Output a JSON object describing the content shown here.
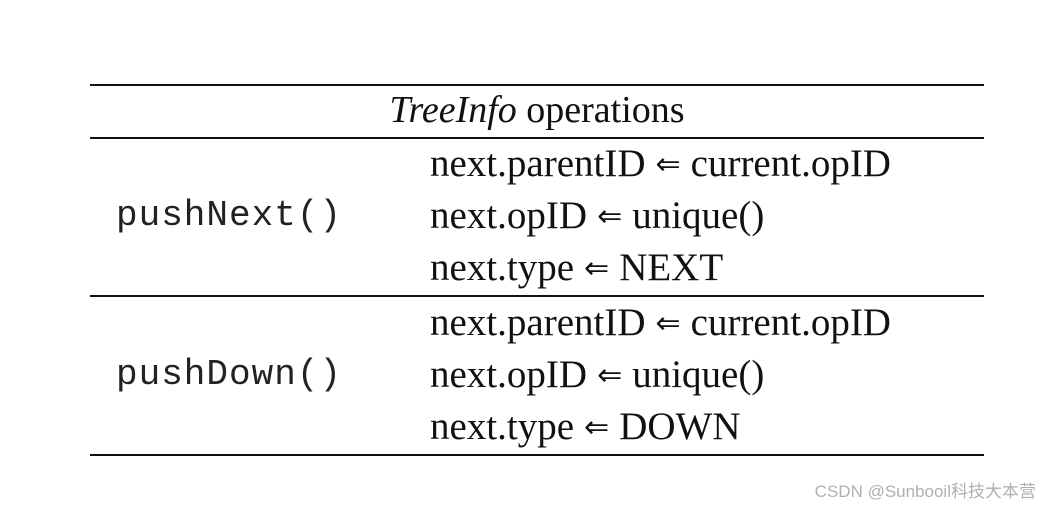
{
  "table": {
    "title_italic": "TreeInfo",
    "title_rest": " operations",
    "arrow": "⇐",
    "rows": [
      {
        "function": "pushNext()",
        "lines": [
          {
            "lhs": "next.parentID",
            "rhs": "current.opID"
          },
          {
            "lhs": "next.opID",
            "rhs": "unique()"
          },
          {
            "lhs": "next.type",
            "rhs": "NEXT"
          }
        ]
      },
      {
        "function": "pushDown()",
        "lines": [
          {
            "lhs": "next.parentID",
            "rhs": "current.opID"
          },
          {
            "lhs": "next.opID",
            "rhs": "unique()"
          },
          {
            "lhs": "next.type",
            "rhs": "DOWN"
          }
        ]
      }
    ]
  },
  "watermark": "CSDN @Sunbooil科技大本营"
}
